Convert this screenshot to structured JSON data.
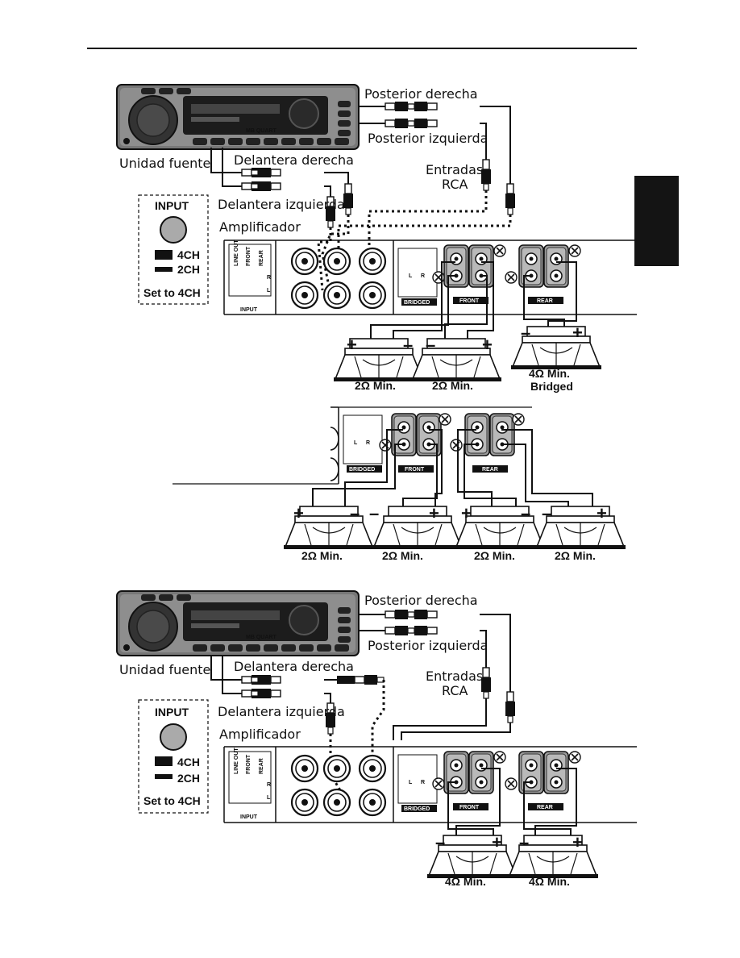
{
  "tab": {
    "color": "#141414"
  },
  "head_unit": {
    "label": "Unidad fuente",
    "brand": "MB QUART"
  },
  "cables": {
    "rear_right": "Posterior derecha",
    "rear_left": "Posterior izquierda",
    "front_right": "Delantera derecha",
    "front_left": "Delantera izquierda",
    "rca_inputs_line1": "Entradas",
    "rca_inputs_line2": "RCA"
  },
  "amplifier": {
    "label": "Amplificador",
    "panel": {
      "line_out": "LINE OUT",
      "front": "FRONT",
      "rear": "REAR",
      "r": "R",
      "l": "L",
      "input": "INPUT"
    },
    "bridged": "BRIDGED",
    "front": "FRONT",
    "rear": "REAR",
    "channel_l": "L",
    "channel_r": "R"
  },
  "input_box": {
    "title": "INPUT",
    "opt_4ch": "4CH",
    "opt_2ch": "2CH",
    "note": "Set to 4CH"
  },
  "diagram1": {
    "speakers": [
      "2Ω Min.",
      "2Ω Min.",
      "4Ω Min."
    ],
    "bridged_note": "Bridged"
  },
  "diagram2": {
    "speakers": [
      "2Ω Min.",
      "2Ω Min.",
      "2Ω Min.",
      "2Ω Min."
    ]
  },
  "diagram3": {
    "speakers": [
      "4Ω Min.",
      "4Ω Min."
    ]
  },
  "polarity": {
    "plus": "+",
    "minus": "–"
  }
}
